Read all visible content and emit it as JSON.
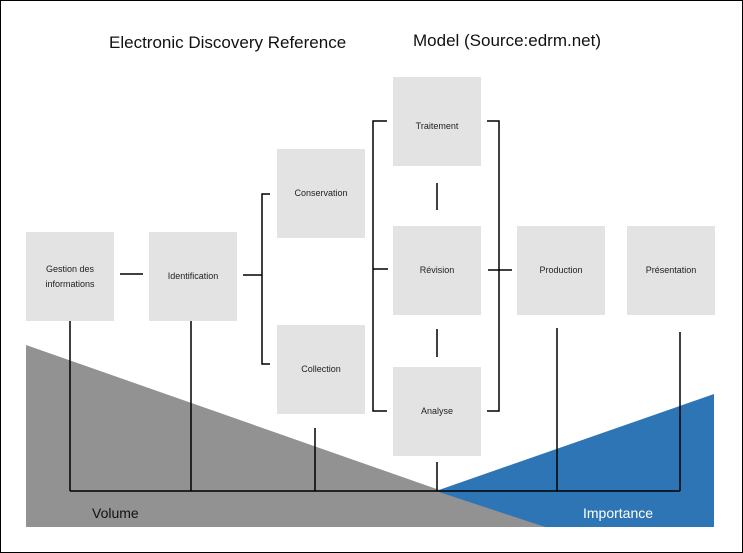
{
  "title": {
    "part1": "Electronic Discovery Reference",
    "part2": "Model (Source:edrm.net)"
  },
  "stages": {
    "gestion": "Gestion des informations",
    "identification": "Identification",
    "conservation": "Conservation",
    "collection": "Collection",
    "traitement": "Traitement",
    "revision": "Révision",
    "analyse": "Analyse",
    "production": "Production",
    "presentation": "Présentation"
  },
  "labels": {
    "volume": "Volume",
    "importance": "Importance"
  },
  "colors": {
    "box": "#e3e3e3",
    "volume_wedge": "#929292",
    "importance_wedge": "#2e75b6",
    "line": "#000000"
  }
}
